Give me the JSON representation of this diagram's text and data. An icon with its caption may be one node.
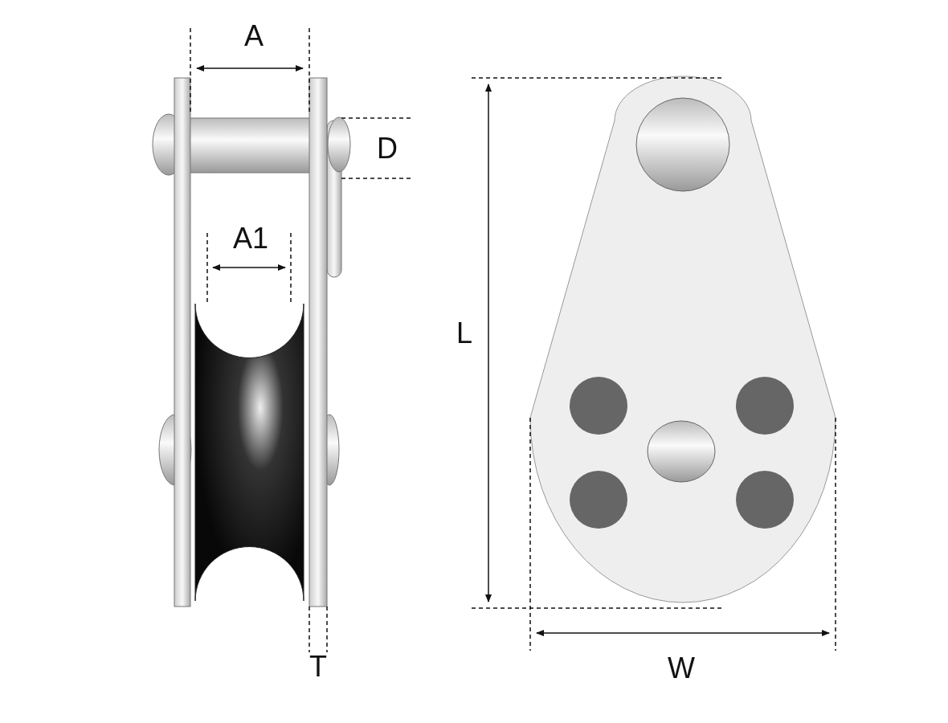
{
  "diagram": {
    "labels": [
      "A",
      "D",
      "A1",
      "L",
      "T",
      "W"
    ]
  }
}
